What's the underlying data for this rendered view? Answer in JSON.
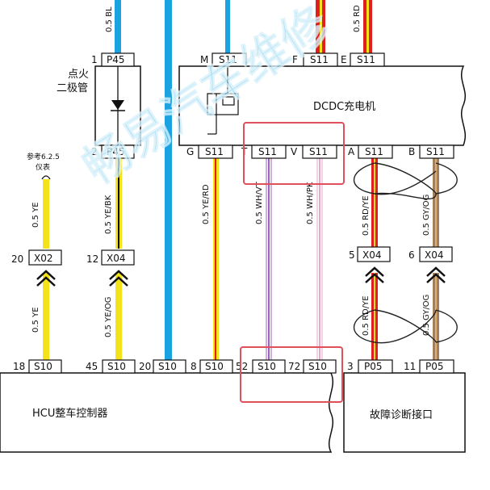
{
  "components": {
    "dcdc": {
      "label": "DCDC充电机",
      "connector": "S11"
    },
    "diode": {
      "line1": "点火",
      "line2": "二极管",
      "connector": "P45",
      "pin_top": "1",
      "pin_bottom": "2"
    },
    "hcu": {
      "label": "HCU整车控制器",
      "connector": "S10"
    },
    "diag": {
      "label": "故障诊断接口",
      "connector": "P05"
    },
    "ref": {
      "line1": "参考6.2.5",
      "line2": "仪表"
    }
  },
  "dcdc_top_pins": [
    {
      "pin": "M",
      "connector": "S11"
    },
    {
      "pin": "F",
      "connector": "S11"
    },
    {
      "pin": "E",
      "connector": "S11"
    }
  ],
  "dcdc_bottom_pins": [
    {
      "pin": "G",
      "connector": "S11"
    },
    {
      "pin": "T",
      "connector": "S11"
    },
    {
      "pin": "V",
      "connector": "S11"
    },
    {
      "pin": "A",
      "connector": "S11"
    },
    {
      "pin": "B",
      "connector": "S11"
    }
  ],
  "inline": [
    {
      "pin": "20",
      "connector": "X02"
    },
    {
      "pin": "12",
      "connector": "X04"
    },
    {
      "pin": "5",
      "connector": "X04"
    },
    {
      "pin": "6",
      "connector": "X04"
    }
  ],
  "hcu_pins": [
    {
      "pin": "18",
      "connector": "S10"
    },
    {
      "pin": "45",
      "connector": "S10"
    },
    {
      "pin": "20",
      "connector": "S10"
    },
    {
      "pin": "8",
      "connector": "S10"
    },
    {
      "pin": "52",
      "connector": "S10"
    },
    {
      "pin": "72",
      "connector": "S10"
    }
  ],
  "diag_pins": [
    {
      "pin": "3",
      "connector": "P05"
    },
    {
      "pin": "11",
      "connector": "P05"
    }
  ],
  "wire_labels": {
    "top_left": "0.5 BL",
    "top_right": "0.5 RD",
    "ye_upper": "0.5 YE",
    "ye_lower": "0.5 YE",
    "yebk": "0.5 YE/BK",
    "yeog": "0.5 YE/OG",
    "yerd": "0.5 YE/RD",
    "whv": "0.5 WH/VT",
    "whpk": "0.5 WH/PK",
    "rdye_upper": "0.5 RD/YE",
    "rdye_lower": "0.5 RD/YE",
    "gyog_upper": "0.5 GY/OG",
    "gyog_lower": "0.5 GY/OG"
  },
  "watermark": "畅易汽车维修",
  "colors": {
    "blue": "#1aa3e0",
    "yellow": "#f4e31a",
    "red": "#e02020",
    "violet": "#9b5fc0",
    "pink": "#e8a9c9",
    "gray_brown": "#a08060",
    "highlight": "#e0505a"
  }
}
